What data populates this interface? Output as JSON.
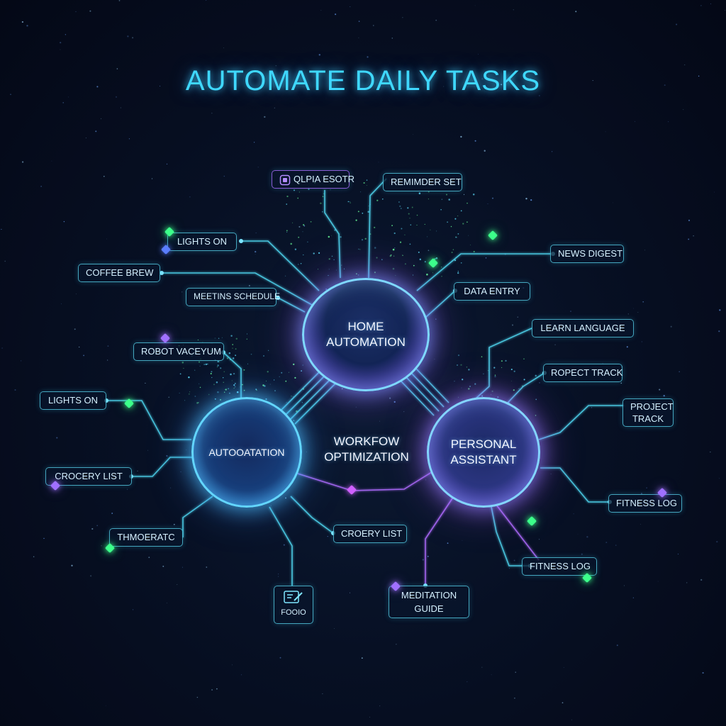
{
  "title": "AUTOMATE DAILY TASKS",
  "hubs": {
    "home": [
      "HOME",
      "AUTOMATION"
    ],
    "automation": "AUTOOATATION",
    "personal": [
      "PERSONAL",
      "ASSISTANT"
    ],
    "center": [
      "WORKFOW",
      "OPTIMIZATION"
    ]
  },
  "tags": {
    "alpha_esotr": "QLPIA ESOTR",
    "reminder_set": "REMIMDER SET",
    "lights_on_top": "LIGHTS ON",
    "coffee_brew": "COFFEE BREW",
    "meetins_schedule": "MEETINS SCHEDULE",
    "news_digest": "NEWS DIGEST",
    "data_entry": "DATA ENTRY",
    "learn_language": "LEARN LANGUAGE",
    "robot_vacuum": "ROBOT VACEYUM",
    "ropect_track": "ROPECT TRACK",
    "project_track": [
      "PROJECT",
      "TRACK"
    ],
    "lights_on_left": "LIGHTS ON",
    "grocery_list_left": "CROCERY LIST",
    "fitness_log_right": "FITNESS LOG",
    "thmoeratc": "THMOERATC",
    "grocery_list_bottom": "CROERY LIST",
    "fitness_log_bottom": "FITNESS LOG",
    "meditation_guide": [
      "MEDITATION",
      "GUIDE"
    ],
    "focio": "FOOIO"
  },
  "colors": {
    "accent": "#3fd8ff",
    "line_cyan": "#4fd6ef",
    "line_purple": "#b06cff",
    "gem_green": "#3cff8a"
  }
}
